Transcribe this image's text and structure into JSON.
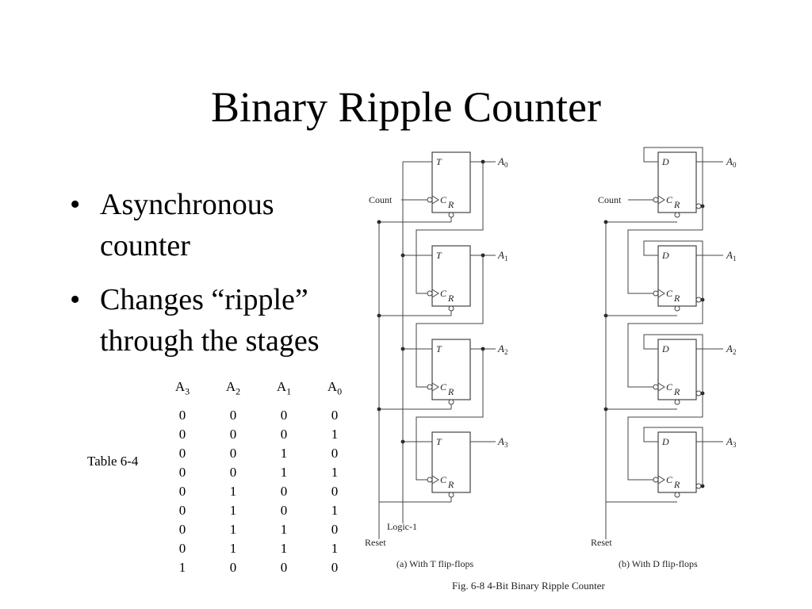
{
  "slide": {
    "title": "Binary Ripple Counter",
    "bullets": [
      "Asynchronous counter",
      "Changes “ripple” through the stages"
    ]
  },
  "table": {
    "caption": "Table 6-4",
    "headers": [
      {
        "base": "A",
        "sub": "3"
      },
      {
        "base": "A",
        "sub": "2"
      },
      {
        "base": "A",
        "sub": "1"
      },
      {
        "base": "A",
        "sub": "0"
      }
    ],
    "rows": [
      [
        "0",
        "0",
        "0",
        "0"
      ],
      [
        "0",
        "0",
        "0",
        "1"
      ],
      [
        "0",
        "0",
        "1",
        "0"
      ],
      [
        "0",
        "0",
        "1",
        "1"
      ],
      [
        "0",
        "1",
        "0",
        "0"
      ],
      [
        "0",
        "1",
        "0",
        "1"
      ],
      [
        "0",
        "1",
        "1",
        "0"
      ],
      [
        "0",
        "1",
        "1",
        "1"
      ],
      [
        "1",
        "0",
        "0",
        "0"
      ]
    ]
  },
  "figure": {
    "count_label": "Count",
    "reset_label": "Reset",
    "logic1_label": "Logic-1",
    "clock_label": "C",
    "reset_pin_label": "R",
    "t_input_label": "T",
    "d_input_label": "D",
    "output_base": "A",
    "output_subs": [
      "0",
      "1",
      "2",
      "3"
    ],
    "caption_a": "(a) With T flip-flops",
    "caption_b": "(b) With D flip-flops",
    "fig_caption": "Fig. 6-8  4-Bit Binary Ripple Counter"
  }
}
